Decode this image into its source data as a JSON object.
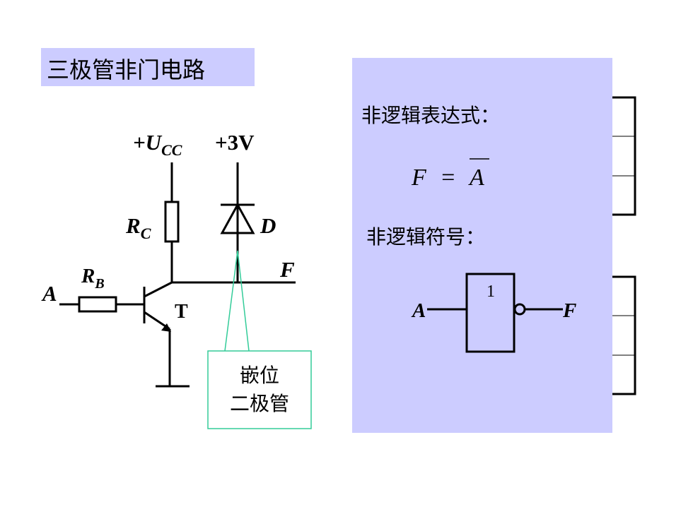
{
  "slide": {
    "title": "三极管非门电路",
    "expression_heading": "非逻辑表达式：",
    "symbol_heading": "非逻辑符号：",
    "callout_line1": "嵌位",
    "callout_line2": "二极管"
  },
  "circuit": {
    "vcc_label_main": "+U",
    "vcc_label_sub": "CC",
    "supply_label": "+3V",
    "rc_label_main": "R",
    "rc_label_sub": "C",
    "rb_label_main": "R",
    "rb_label_sub": "B",
    "diode_label": "D",
    "input_label": "A",
    "output_label": "F",
    "transistor_label": "T"
  },
  "formula": {
    "lhs": "F",
    "equals": "=",
    "rhs": "A"
  },
  "gate_symbol": {
    "input_label": "A",
    "output_label": "F",
    "gate_text": "1"
  },
  "colors": {
    "highlight": "#ccccff",
    "callout_border": "#33cc99",
    "line": "#000000"
  }
}
